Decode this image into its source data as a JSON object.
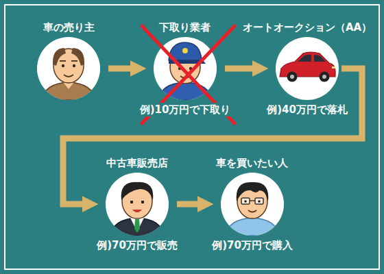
{
  "diagram": {
    "nodes": [
      {
        "text": [
          "車の売り主"
        ]
      },
      {
        "text": [
          "下取り業者",
          "例)10万円で下取り"
        ]
      },
      {
        "text": [
          "オートオークション（AA）",
          "例)40万円で落札"
        ]
      },
      {
        "text": [
          "中古車販売店",
          "例)70万円で販売"
        ]
      },
      {
        "text": [
          "車を買いたい人",
          "例)70万円で購入"
        ]
      }
    ],
    "edges": [
      {
        "from": 0,
        "to": 1,
        "arrow": "to"
      },
      {
        "from": 1,
        "to": 2,
        "arrow": "to"
      },
      {
        "from": 2,
        "to": 3,
        "arrow": "to"
      },
      {
        "from": 3,
        "to": 4,
        "arrow": "to"
      }
    ]
  }
}
